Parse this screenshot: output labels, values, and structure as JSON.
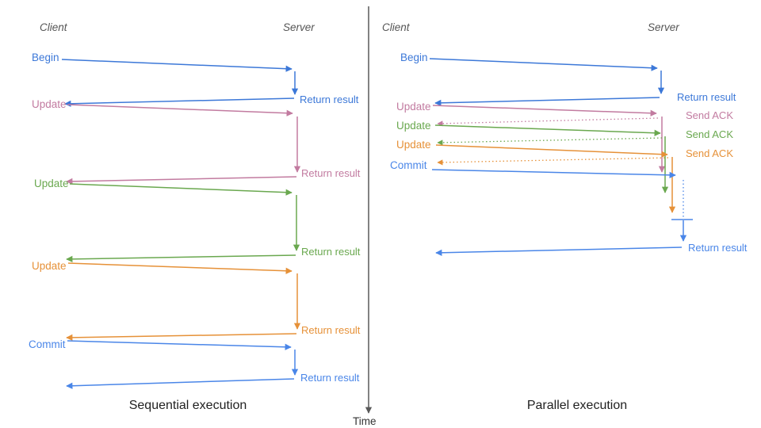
{
  "colors": {
    "blue": "#3c78d8",
    "commit_blue": "#4a86e8",
    "pink": "#c27ba0",
    "green": "#6aa84f",
    "orange": "#e69138",
    "axis_gray": "#595959"
  },
  "sequential": {
    "client_header": "Client",
    "server_header": "Server",
    "caption": "Sequential execution",
    "steps": [
      {
        "label": "Begin",
        "result": "Return result"
      },
      {
        "label": "Update",
        "result": "Return result"
      },
      {
        "label": "Update",
        "result": "Return result"
      },
      {
        "label": "Update",
        "result": "Return result"
      },
      {
        "label": "Commit",
        "result": "Return result"
      }
    ]
  },
  "parallel": {
    "client_header": "Client",
    "server_header": "Server",
    "caption": "Parallel execution",
    "steps": [
      {
        "label": "Begin",
        "result": "Return result"
      },
      {
        "label": "Update",
        "result": "Send ACK"
      },
      {
        "label": "Update",
        "result": "Send ACK"
      },
      {
        "label": "Update",
        "result": "Send ACK"
      },
      {
        "label": "Commit",
        "result": "Return result"
      }
    ]
  },
  "time_axis": {
    "label": "Time"
  }
}
